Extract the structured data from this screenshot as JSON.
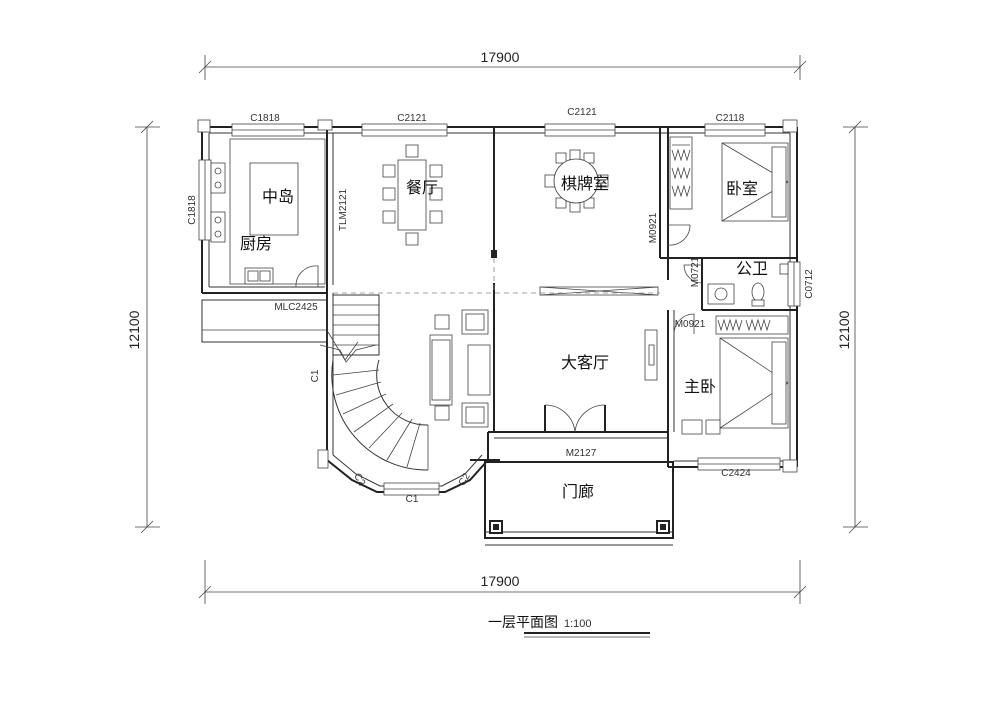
{
  "drawing": {
    "title": "一层平面图",
    "scale": "1:100",
    "overall_width": "17900",
    "overall_width_bottom": "17900",
    "overall_depth_left": "12100",
    "overall_depth_right": "12100"
  },
  "rooms": {
    "kitchen_island": "中岛",
    "kitchen": "厨房",
    "dining": "餐厅",
    "chess_room": "棋牌室",
    "bedroom": "卧室",
    "public_bath": "公卫",
    "living": "大客厅",
    "master_bedroom": "主卧",
    "porch": "门廊"
  },
  "openings": {
    "c1818_top": "C1818",
    "c2121_dining": "C2121",
    "c2121_chess": "C2121",
    "c2118": "C2118",
    "c1818_left": "C1818",
    "tlm2121": "TLM2121",
    "m0921_bedroom": "M0921",
    "m0721": "M0721",
    "c0712": "C0712",
    "m0921_master": "M0921",
    "mlc2425": "MLC2425",
    "c1_left": "C1",
    "c2_left": "C2",
    "c1_bottom": "C1",
    "c2_right": "C2",
    "m2127": "M2127",
    "c2424": "C2424"
  }
}
